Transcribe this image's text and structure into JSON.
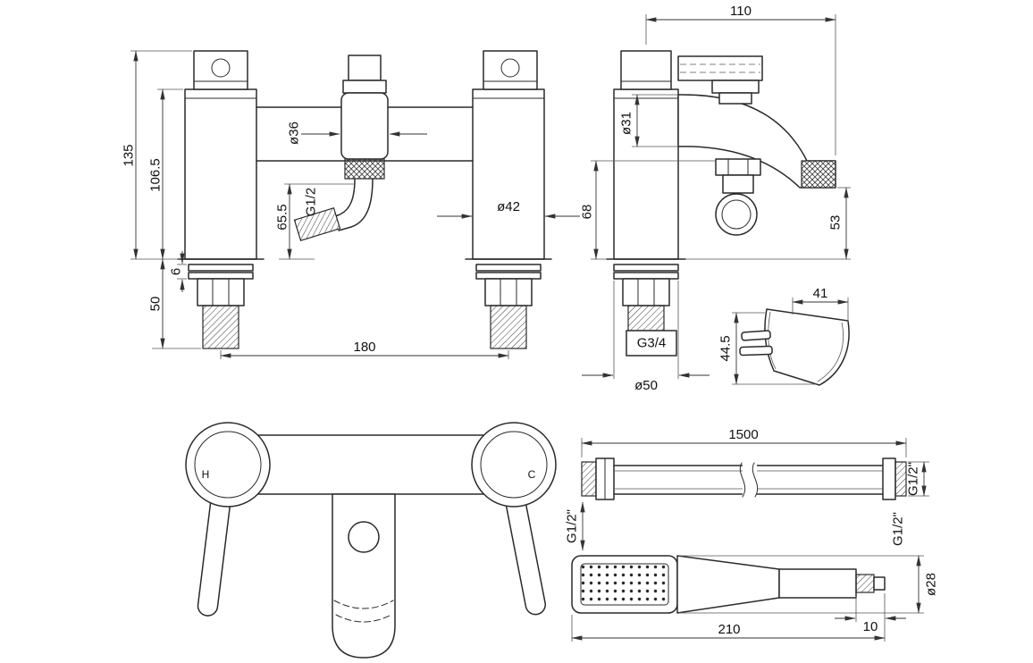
{
  "colors": {
    "line": "#2a2a2a",
    "dimension": "#333333",
    "background": "#ffffff"
  },
  "front_view": {
    "dim_overall_height": "135",
    "dim_body_height": "106.5",
    "dim_shower_outlet_height": "65.5",
    "label_shower_outlet_thread": "G1/2",
    "dim_diverter_diameter": "ø36",
    "dim_body_diameter": "ø42",
    "dim_tail_length": "50",
    "dim_washer_thickness": "6",
    "dim_hole_centres": "180"
  },
  "side_view": {
    "dim_projection": "110",
    "dim_spout_diameter": "ø31",
    "dim_outlet_height": "68",
    "dim_spout_clearance": "53",
    "label_tail_thread": "G3/4",
    "dim_base_diameter": "ø50"
  },
  "bracket_view": {
    "dim_width": "41",
    "dim_height": "44.5"
  },
  "bottom_view": {
    "label_hot": "H",
    "label_cold": "C"
  },
  "hose_view": {
    "dim_length": "1500",
    "label_thread_left": "G1/2\"",
    "label_thread_right": "G1/2\""
  },
  "handset_view": {
    "dim_length": "210",
    "dim_tip": "10",
    "dim_head_diameter": "ø28",
    "label_thread": "G1/2\""
  }
}
